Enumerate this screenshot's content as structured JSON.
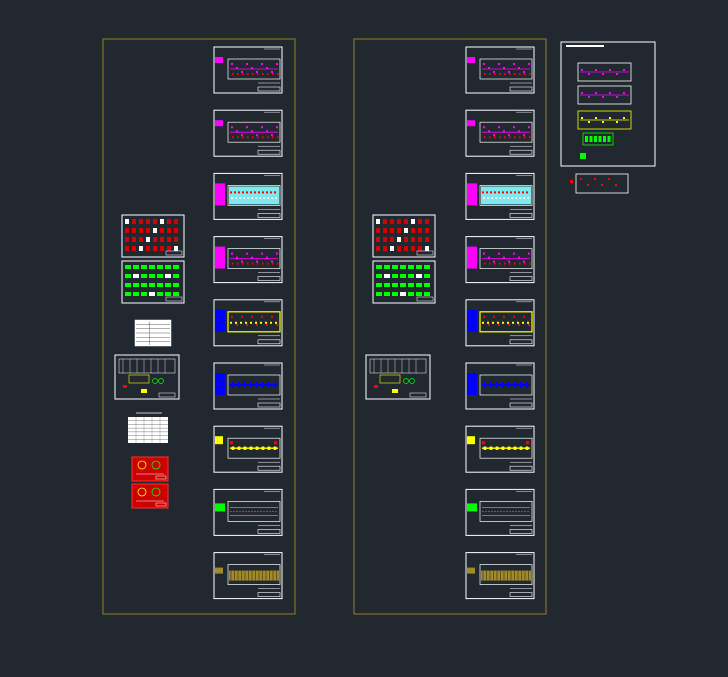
{
  "app": {
    "title": "",
    "background": "#212830"
  },
  "colors": {
    "frame_border": "#9a7a2a",
    "sheet_border": "#ffffff",
    "magenta": "#ff00ff",
    "cyan": "#00ffff",
    "blue": "#0000ff",
    "yellow": "#ffff00",
    "green": "#00ff00",
    "red": "#ff0000",
    "darkred": "#d40000",
    "olive": "#a08a2a"
  },
  "columns": [
    {
      "id": "left",
      "sheets": [
        "magenta-a",
        "magenta-b",
        "cyan",
        "magenta-c",
        "blue-yellow",
        "blue",
        "yellow",
        "green",
        "olive"
      ],
      "side_items": [
        "red-grid",
        "green-grid",
        "table-small",
        "schematic",
        "table-wide",
        "red-detail",
        "red-detail"
      ]
    },
    {
      "id": "middle",
      "sheets": [
        "magenta-a",
        "magenta-b",
        "cyan",
        "magenta-c",
        "blue-yellow",
        "blue",
        "yellow",
        "green",
        "olive"
      ],
      "side_items": [
        "red-grid",
        "green-grid",
        "schematic"
      ]
    }
  ],
  "detached": {
    "panel_strips": [
      "magenta",
      "magenta",
      "yellow",
      "green"
    ],
    "small_sheet": "red"
  }
}
